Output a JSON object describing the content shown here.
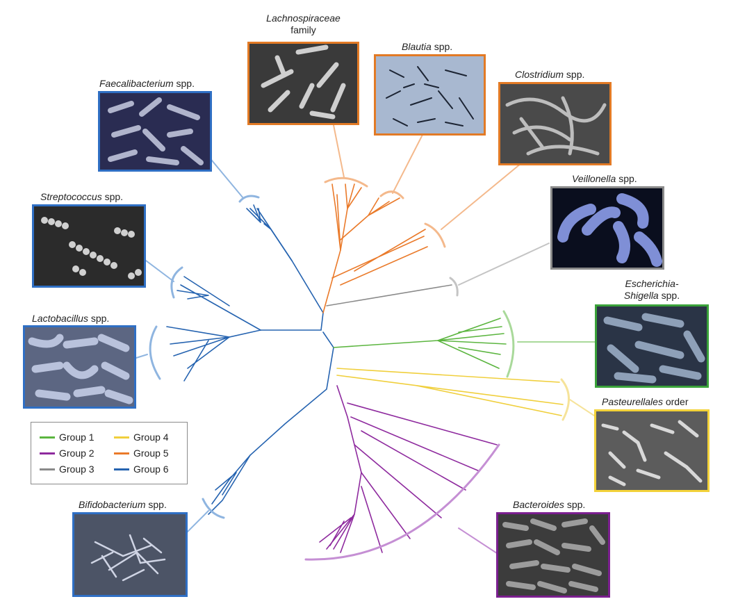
{
  "colors": {
    "group1": "#5bb53f",
    "group2": "#8e2a9e",
    "group3": "#8a8a8a",
    "group4": "#f0cf3c",
    "group5": "#ea7a2a",
    "group6": "#2563b0",
    "group1_light": "#a9d99a",
    "group2_light": "#c58fd4",
    "group3_light": "#c4c4c4",
    "group4_light": "#f6e39a",
    "group5_light": "#f4b98c",
    "group6_light": "#8fb5e0",
    "border_group1": "#3aa23a",
    "border_group2": "#7b1f8f",
    "border_group3": "#8a8a8a",
    "border_group4": "#f3d23a",
    "border_group5": "#e27a25",
    "border_group6": "#2f6fc4"
  },
  "legend": {
    "items": [
      {
        "label": "Group 1",
        "color": "#5bb53f"
      },
      {
        "label": "Group 2",
        "color": "#8e2a9e"
      },
      {
        "label": "Group 3",
        "color": "#8a8a8a"
      },
      {
        "label": "Group 4",
        "color": "#f0cf3c"
      },
      {
        "label": "Group 5",
        "color": "#ea7a2a"
      },
      {
        "label": "Group 6",
        "color": "#2563b0"
      }
    ]
  },
  "taxa": [
    {
      "id": "lachnospiraceae",
      "italic": "Lachnospiraceae",
      "rest": "",
      "line2": "family",
      "group": "Group 5",
      "micrograph": "rod-shaped-bacteria"
    },
    {
      "id": "blautia",
      "italic": "Blautia",
      "rest": " spp.",
      "line2": "",
      "group": "Group 5",
      "micrograph": "short-rods-phase-contrast"
    },
    {
      "id": "clostridium",
      "italic": "Clostridium",
      "rest": " spp.",
      "line2": "",
      "group": "Group 5",
      "micrograph": "filamentous-rods"
    },
    {
      "id": "veillonella",
      "italic": "Veillonella",
      "rest": " spp.",
      "line2": "",
      "group": "Group 3",
      "micrograph": "curved-rods-blue"
    },
    {
      "id": "escherichia",
      "italic": "Escherichia-",
      "rest": "",
      "line2": "Shigella",
      "line2_rest": " spp.",
      "group": "Group 1",
      "micrograph": "rods-sem"
    },
    {
      "id": "pasteurellales",
      "italic": "Pasteurellales",
      "rest": " order",
      "line2": "",
      "group": "Group 4",
      "micrograph": "coccobacilli"
    },
    {
      "id": "bacteroides",
      "italic": "Bacteroides",
      "rest": " spp.",
      "line2": "",
      "group": "Group 2",
      "micrograph": "dense-rods"
    },
    {
      "id": "bifidobacterium",
      "italic": "Bifidobacterium",
      "rest": " spp.",
      "line2": "",
      "group": "Group 6",
      "micrograph": "branched-rods"
    },
    {
      "id": "lactobacillus",
      "italic": "Lactobacillus",
      "rest": " spp.",
      "line2": "",
      "group": "Group 6",
      "micrograph": "rods-cluster"
    },
    {
      "id": "streptococcus",
      "italic": "Streptococcus",
      "rest": " spp.",
      "line2": "",
      "group": "Group 6",
      "micrograph": "cocci-chains"
    },
    {
      "id": "faecalibacterium",
      "italic": "Faecalibacterium",
      "rest": " spp.",
      "line2": "",
      "group": "Group 6",
      "micrograph": "rods-purple"
    }
  ]
}
